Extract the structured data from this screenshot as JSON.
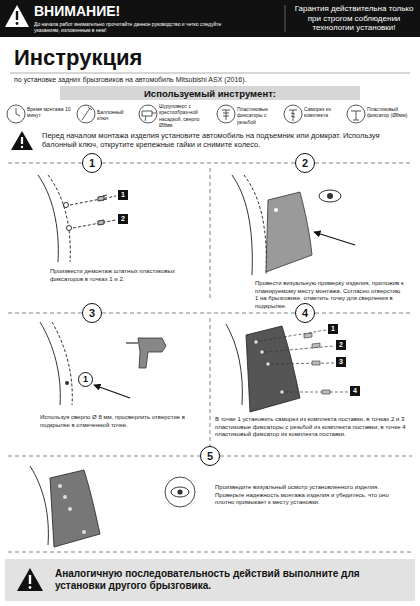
{
  "diagram": {
    "title": "Инструкция",
    "nodes": [
      {
        "text": [
          "ВНИМАНИЕ!",
          "До начала работ внимательно прочитайте данное руководство и четко следуйте указаниям, изложенным в нем!",
          "Гарантия действительна только при строгом соблюдении технологии установки!"
        ]
      },
      {
        "text": [
          "Используемый инструмент:"
        ]
      },
      {
        "text": [
          "1"
        ]
      },
      {
        "text": [
          "2"
        ]
      },
      {
        "text": [
          "3"
        ]
      },
      {
        "text": [
          "4"
        ]
      },
      {
        "text": [
          "5"
        ]
      },
      {
        "text": [
          "Аналогичную последовательность действий выполните для установки другого брызговика."
        ]
      }
    ],
    "labels": [
      "по установке задних брызговиков на автомобиль Mitsubishi ASX (2016).",
      "Время монтажа 10 минут",
      "Баллонный ключ",
      "Шуруповерт с крестообраз-ной насадкой, сверло Ø8мм",
      "Пластиковые фиксаторы с резьбой",
      "Саморез из комплекта",
      "Пластиковый фиксатор (Ø8мм)",
      "Перед началом монтажа изделия установите автомобиль на подъемник или домкрат. Используя балонный ключ, открутите крепежные гайки и снимите колесо.",
      "Произвести демонтаж штатных пластиковых фиксаторов в точках 1 и 2.",
      "1",
      "2",
      "Провести визуальную примерку изделия, приложив к планируемому месту монтажа. Согласно отверстию 1 на брызговике, отметить точку для сверления в подкрылке.",
      "Используя сверло Ø 8 мм, просверлить отверстие в подкрылке в отмеченной точке.",
      "1",
      "В точке 1 установить саморез из комплекта поставки, в точках 2 и 3 пластиковые фиксаторы с резьбой из комплекта поставки, в точке 4 пластиковый фиксатор из комплекта поставки.",
      "1",
      "2",
      "3",
      "4",
      "Произведите визуальный осмотр установленного изделия. Проверьте надежность монтажа изделия и убедитесь, что оно плотно примыкает к месту установки."
    ]
  }
}
